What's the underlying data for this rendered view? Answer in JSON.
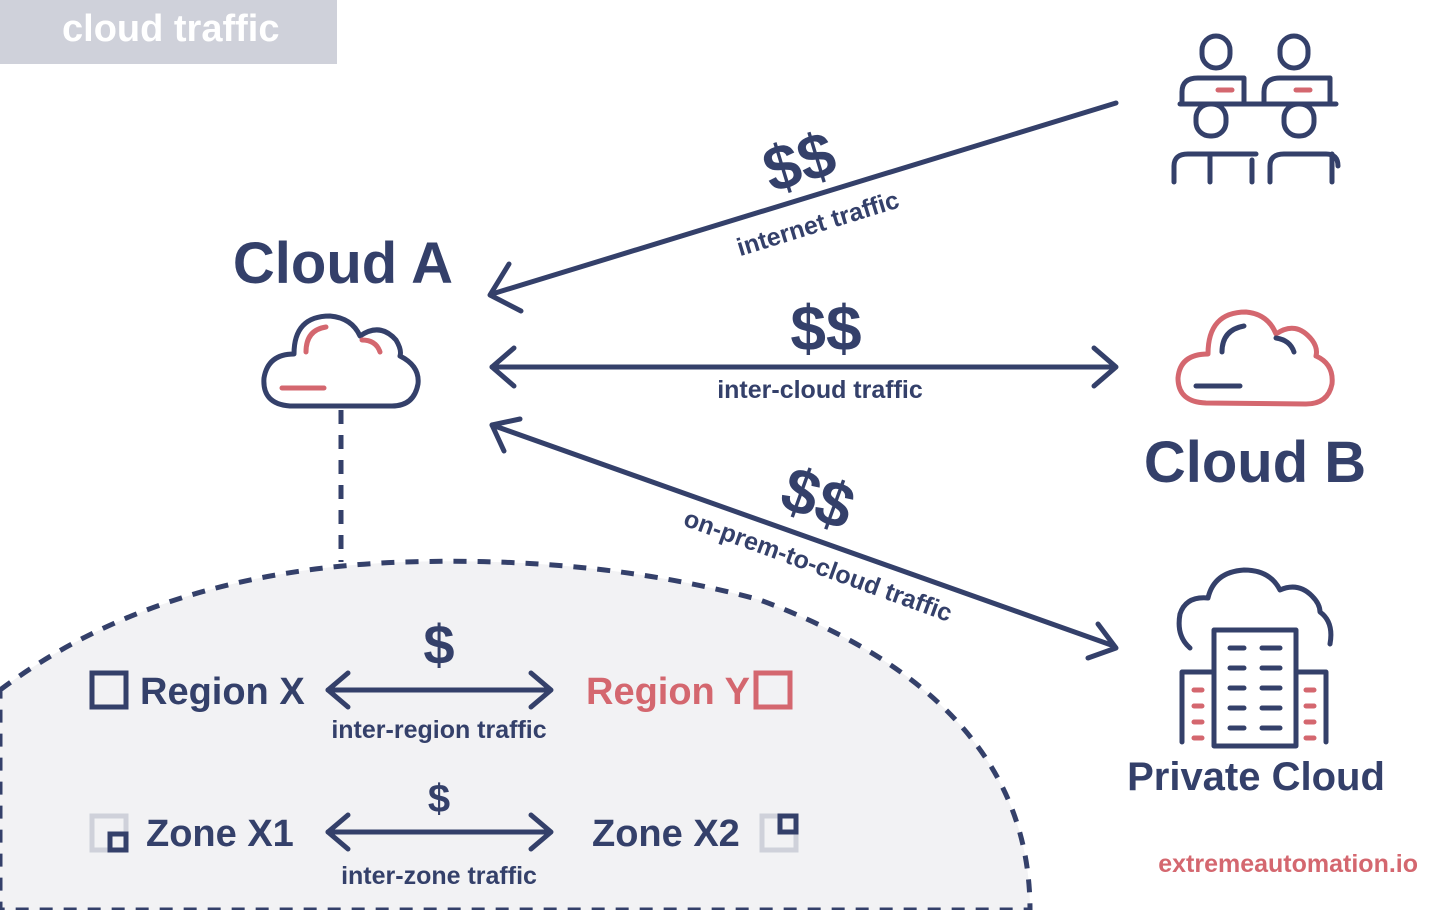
{
  "header": {
    "title": "cloud traffic"
  },
  "nodes": {
    "cloud_a": "Cloud A",
    "cloud_b": "Cloud B",
    "private_cloud": "Private Cloud",
    "region_x": "Region X",
    "region_y": "Region Y",
    "zone_x1": "Zone X1",
    "zone_x2": "Zone X2"
  },
  "links": {
    "internet": {
      "cost": "$$",
      "label": "internet traffic"
    },
    "inter_cloud": {
      "cost": "$$",
      "label": "inter-cloud traffic"
    },
    "on_prem": {
      "cost": "$$",
      "label": "on-prem-to-cloud traffic"
    },
    "inter_region": {
      "cost": "$",
      "label": "inter-region traffic"
    },
    "inter_zone": {
      "cost": "$",
      "label": "inter-zone traffic"
    }
  },
  "footer": {
    "site": "extremeautomation.io"
  },
  "colors": {
    "navy": "#34406a",
    "red": "#d4676f",
    "gray": "#cfd1da",
    "region_fill": "#f2f2f4"
  },
  "icons": [
    "users-at-desk-icon",
    "cloud-icon",
    "private-cloud-server-icon",
    "region-box-icon",
    "zone-box-icon"
  ]
}
